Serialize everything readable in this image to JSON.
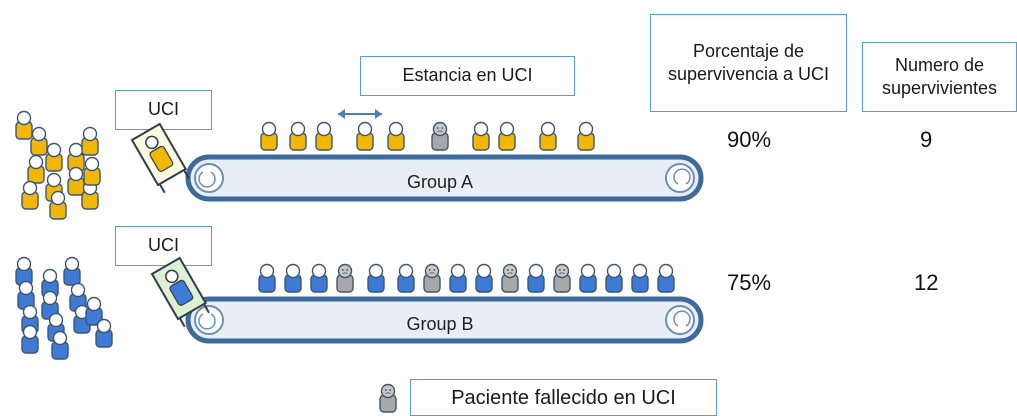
{
  "labels": {
    "uci": "UCI",
    "stay": "Estancia en UCI",
    "survival_header": "Porcentaje de supervivencia a UCI",
    "survivors_header": "Numero de supervivientes",
    "legend": "Paciente fallecido en UCI"
  },
  "groups": [
    {
      "name": "Group A",
      "percent": "90%",
      "survivors": "9",
      "color": "#f2b705",
      "belt_patients": [
        "alive",
        "alive",
        "alive",
        "alive",
        "alive",
        "dead",
        "alive",
        "alive",
        "alive",
        "alive"
      ]
    },
    {
      "name": "Group B",
      "percent": "75%",
      "survivors": "12",
      "color": "#3e7bd6",
      "belt_patients": [
        "alive",
        "alive",
        "alive",
        "dead",
        "alive",
        "alive",
        "dead",
        "alive",
        "alive",
        "dead",
        "alive",
        "dead",
        "alive",
        "alive",
        "alive",
        "alive"
      ]
    }
  ],
  "colors": {
    "dead": "#a8a8a8",
    "box_border": "#5b9bd5",
    "belt_border": "#3d6a9a",
    "belt_fill": "#e8eef5"
  }
}
